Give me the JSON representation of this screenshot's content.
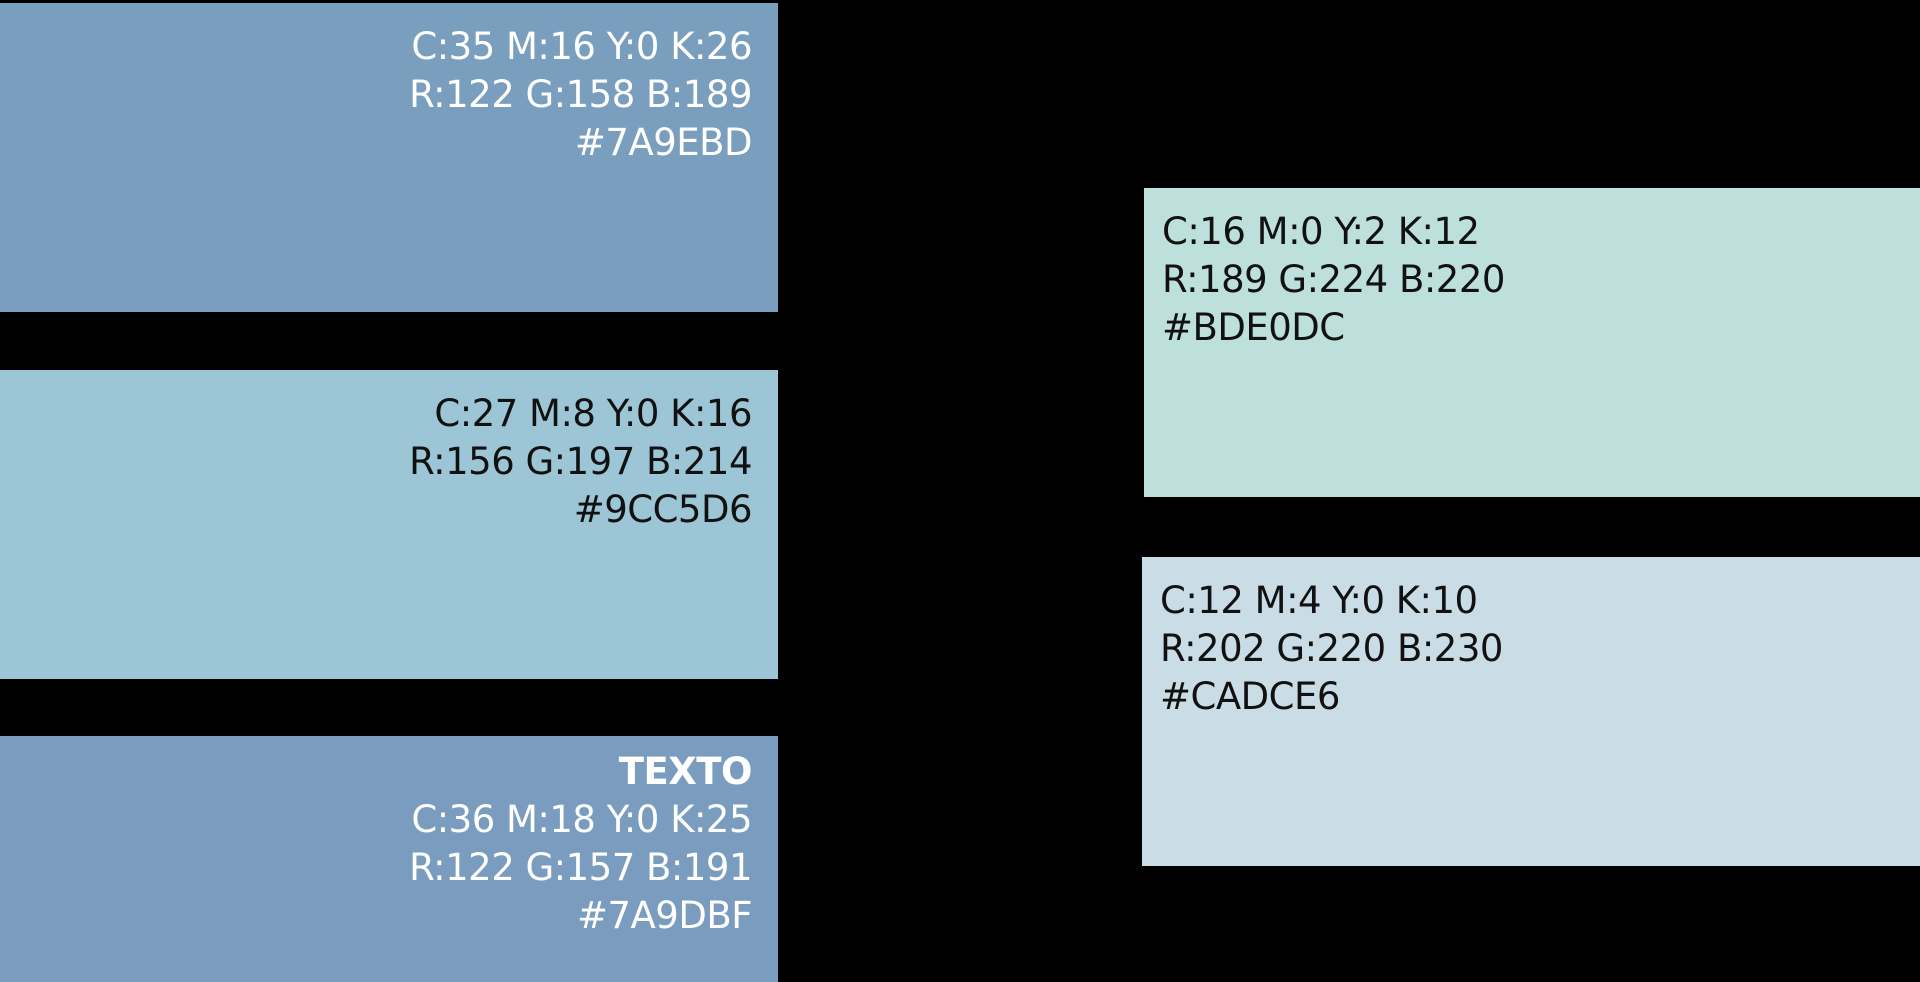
{
  "swatches": [
    {
      "id": "sw1",
      "bg": "#7A9EBD",
      "text_color": "#FFFFFF",
      "cmyk": "C:35 M:16 Y:0 K:26",
      "rgb": "R:122 G:158 B:189",
      "hex": "#7A9EBD"
    },
    {
      "id": "sw2",
      "bg": "#9CC5D6",
      "text_color": "#111111",
      "cmyk": "C:27 M:8 Y:0 K:16",
      "rgb": "R:156 G:197 B:214",
      "hex": "#9CC5D6"
    },
    {
      "id": "sw3",
      "bg": "#7A9DBF",
      "text_color": "#FFFFFF",
      "label": "TEXTO",
      "cmyk": "C:36 M:18 Y:0 K:25",
      "rgb": "R:122 G:157 B:191",
      "hex": "#7A9DBF"
    },
    {
      "id": "sw4",
      "bg": "#BDE0DC",
      "text_color": "#111111",
      "cmyk": "C:16 M:0 Y:2 K:12",
      "rgb": "R:189 G:224 B:220",
      "hex": "#BDE0DC"
    },
    {
      "id": "sw5",
      "bg": "#CADCE6",
      "text_color": "#111111",
      "cmyk": "C:12 M:4 Y:0 K:10",
      "rgb": "R:202 G:220 B:230",
      "hex": "#CADCE6"
    }
  ],
  "background": "#000000"
}
